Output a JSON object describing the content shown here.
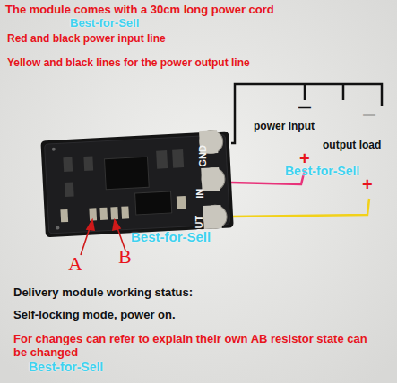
{
  "diagram": {
    "labels": [
      "The module comes with a 30cm long power cord",
      "Best-for-Sell",
      "Red and black power input line",
      "Yellow and black lines for the power output line",
      "GND",
      "power input",
      "—",
      "—",
      "output load",
      "+",
      "IN",
      "Best-for-Sell",
      "+",
      "OUT",
      "A",
      "B",
      "Best-for-Sell",
      "Delivery module working status:",
      "Self-locking mode, power on.",
      "For changes can refer to explain their own AB resistor state can be changed",
      "Best-for-Sell"
    ]
  }
}
